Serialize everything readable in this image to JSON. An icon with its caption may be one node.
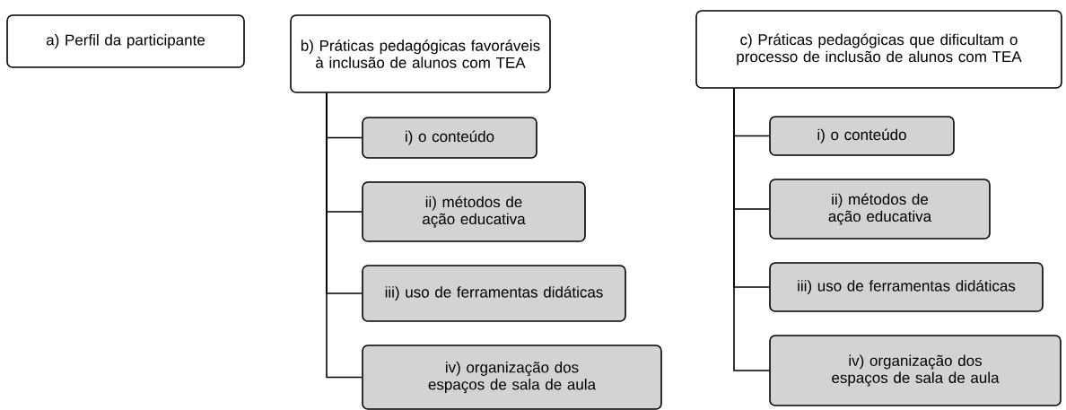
{
  "diagram": {
    "nodes": [
      {
        "text": [
          "a) Perfil da participante"
        ]
      },
      {
        "text": [
          "b) Práticas pedagógicas favoráveis à inclusão de alunos com TEA"
        ]
      },
      {
        "text": [
          "i) o conteúdo"
        ]
      },
      {
        "text": [
          "ii) métodos de ação educativa"
        ]
      },
      {
        "text": [
          "iii) uso de ferramentas didáticas"
        ]
      },
      {
        "text": [
          "iv) organização dos espaços de sala de aula"
        ]
      },
      {
        "text": [
          "c) Práticas pedagógicas que dificultam o processo de inclusão de alunos com TEA"
        ]
      },
      {
        "text": [
          "i) o conteúdo"
        ]
      },
      {
        "text": [
          "ii) métodos de ação educativa"
        ]
      },
      {
        "text": [
          "iii) uso de ferramentas didáticas"
        ]
      },
      {
        "text": [
          "iv) organização dos espaços de sala de aula"
        ]
      }
    ],
    "edges": [
      {
        "from": 1,
        "to": 2,
        "arrow": "none"
      },
      {
        "from": 1,
        "to": 3,
        "arrow": "none"
      },
      {
        "from": 1,
        "to": 4,
        "arrow": "none"
      },
      {
        "from": 1,
        "to": 5,
        "arrow": "none"
      },
      {
        "from": 6,
        "to": 7,
        "arrow": "none"
      },
      {
        "from": 6,
        "to": 8,
        "arrow": "none"
      },
      {
        "from": 6,
        "to": 9,
        "arrow": "none"
      },
      {
        "from": 6,
        "to": 10,
        "arrow": "none"
      }
    ]
  }
}
